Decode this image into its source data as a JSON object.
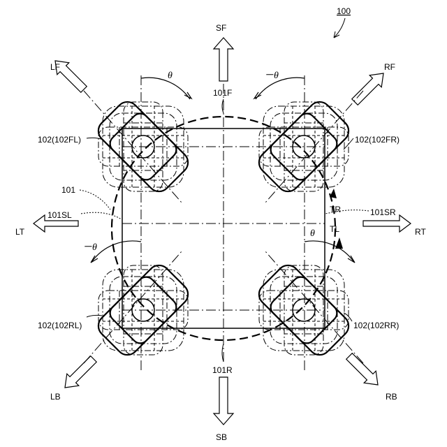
{
  "figure_number": "100",
  "directions": {
    "sf": "SF",
    "sb": "SB",
    "lt": "LT",
    "rt": "RT",
    "lf": "LF",
    "rf": "RF",
    "lb": "LB",
    "rb": "RB"
  },
  "labels": {
    "front_side": "101F",
    "rear_side": "101R",
    "left_side": "101SL",
    "right_side": "101SR",
    "body": "101",
    "wheel_fl": "102(102FL)",
    "wheel_fr": "102(102FR)",
    "wheel_rl": "102(102RL)",
    "wheel_rr": "102(102RR)",
    "turn_right": "TR",
    "turn_left": "TL"
  },
  "angles": {
    "theta_fl": "θ",
    "theta_fr": "－θ",
    "theta_rl": "－θ",
    "theta_rr": "θ"
  }
}
